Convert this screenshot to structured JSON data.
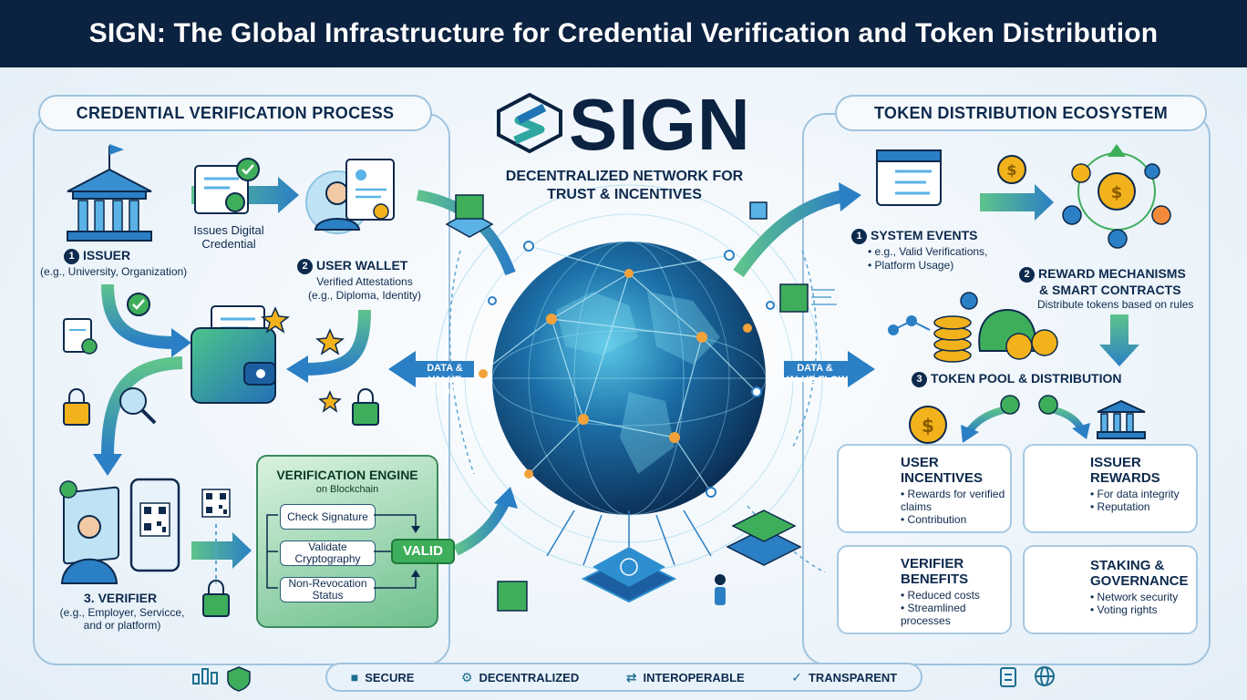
{
  "title": "SIGN: The Global Infrastructure for Credential Verification and Token Distribution",
  "left_section": {
    "heading": "CREDENTIAL VERIFICATION PROCESS",
    "issuer_num": "1",
    "issuer_label": "ISSUER",
    "issuer_desc": "(e.g., University, Organization)",
    "issues_text": "Issues Digital Credential",
    "wallet_num": "2",
    "wallet_label": "USER WALLET",
    "wallet_desc1": "Verified Attestations",
    "wallet_desc2": "(e.g., Diploma, Identity)",
    "verifier_label": "3. VERIFIER",
    "verifier_desc": "(e.g., Employer, Servicce, and or platform)"
  },
  "engine": {
    "title": "VERIFICATION ENGINE",
    "subtitle": "on Blockchain",
    "checks": [
      "Check Signature",
      "Validate Cryptography",
      "Non-Revocation Status"
    ],
    "valid": "VALID"
  },
  "center": {
    "logo": "SIGN",
    "tagline": "DECENTRALIZED NETWORK FOR TRUST & INCENTIVES",
    "flow_left": "DATA & VALUE FLOW",
    "flow_right": "DATA & VALUE FLOW"
  },
  "right_section": {
    "heading": "TOKEN DISTRIBUTION ECOSYSTEM",
    "events_num": "1",
    "events_label": "SYSTEM EVENTS",
    "events_items": [
      "e.g., Valid Verifications,",
      "Platform Usage)"
    ],
    "reward_num": "2",
    "reward_label1": "REWARD MECHANISMS",
    "reward_label2": "& SMART CONTRACTS",
    "reward_desc": "Distribute tokens based on rules",
    "pool_num": "3",
    "pool_label": "TOKEN POOL & DISTRIBUTION"
  },
  "cards": [
    {
      "title": "USER INCENTIVES",
      "items": [
        "Rewards for verified claims",
        "Contribution"
      ]
    },
    {
      "title": "ISSUER REWARDS",
      "items": [
        "For data integrity",
        "Reputation"
      ]
    },
    {
      "title": "VERIFIER BENEFITS",
      "items": [
        "Reduced costs",
        "Streamlined processes"
      ]
    },
    {
      "title": "STAKING & GOVERNANCE",
      "items": [
        "Network security",
        "Voting rights"
      ]
    }
  ],
  "footer": [
    "SECURE",
    "DECENTRALIZED",
    "INTEROPERABLE",
    "TRANSPARENT"
  ],
  "colors": {
    "navy": "#0b2240",
    "teal": "#1d6e8f",
    "green": "#3fae5b",
    "blue": "#2b7fc4",
    "gold": "#f2b21b"
  }
}
